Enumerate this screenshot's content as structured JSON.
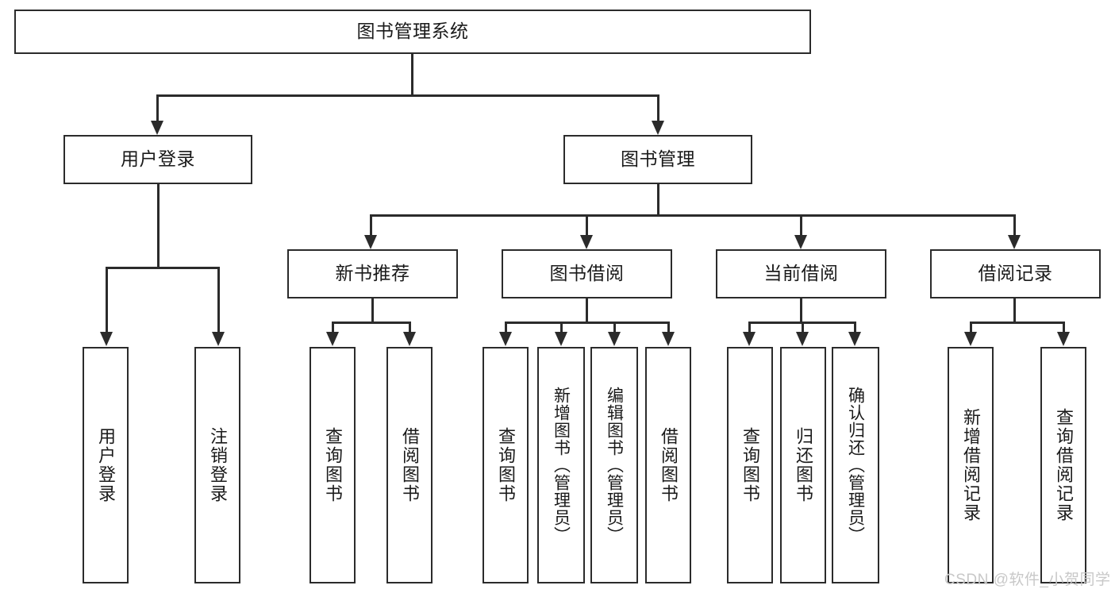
{
  "diagram": {
    "title": "图书管理系统",
    "watermark": "CSDN @软件_小贺同学",
    "type": "tree-hierarchy-diagram",
    "root": {
      "label": "图书管理系统"
    },
    "level2": [
      {
        "label": "用户登录"
      },
      {
        "label": "图书管理"
      }
    ],
    "level3": [
      {
        "label": "新书推荐"
      },
      {
        "label": "图书借阅"
      },
      {
        "label": "当前借阅"
      },
      {
        "label": "借阅记录"
      }
    ],
    "leaves": {
      "user_login": [
        {
          "label": "用户登录"
        },
        {
          "label": "注销登录"
        }
      ],
      "new_book_recommend": [
        {
          "label": "查询图书"
        },
        {
          "label": "借阅图书"
        }
      ],
      "book_borrow": [
        {
          "label": "查询图书"
        },
        {
          "label": "新增图书（管理员）"
        },
        {
          "label": "编辑图书（管理员）"
        },
        {
          "label": "借阅图书"
        }
      ],
      "current_borrow": [
        {
          "label": "查询图书"
        },
        {
          "label": "归还图书"
        },
        {
          "label": "确认归还（管理员）"
        }
      ],
      "borrow_record": [
        {
          "label": "新增借阅记录"
        },
        {
          "label": "查询借阅记录"
        }
      ]
    },
    "colors": {
      "stroke": "#2b2b2b",
      "fill": "#ffffff",
      "text": "#1a1a1a",
      "watermark": "#c8c8c8"
    }
  }
}
